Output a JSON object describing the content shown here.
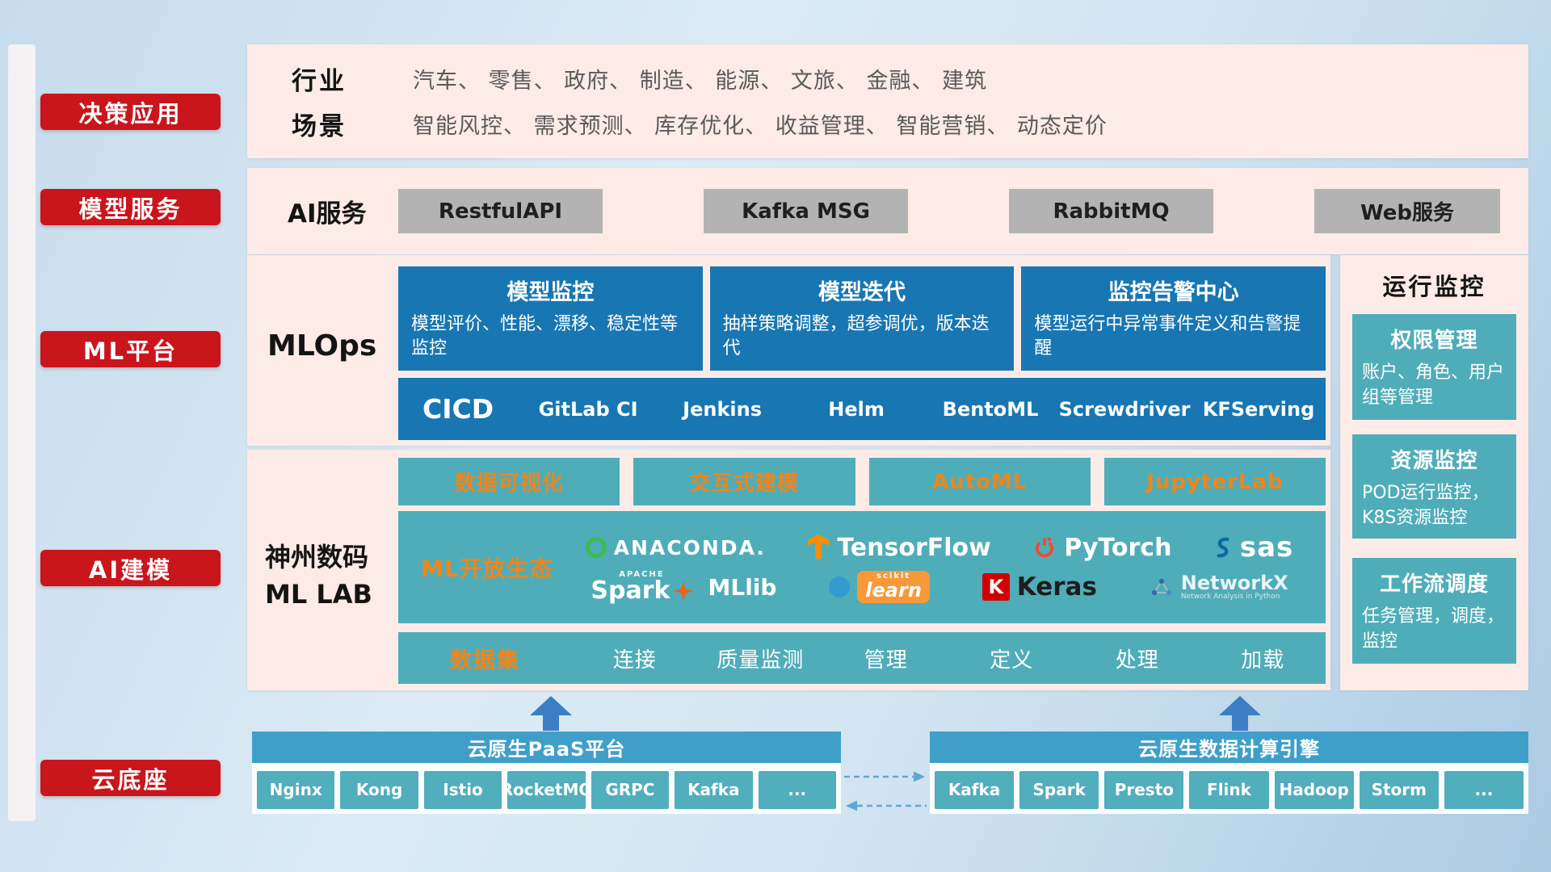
{
  "colors": {
    "accent_red": "#c9151c",
    "panel_pink": "#fcebe7",
    "deep_blue": "#1876b2",
    "teal": "#4fadb9",
    "orange": "#f08519",
    "bar_blue": "#3f9fc9",
    "button_gray": "#b3b3b3"
  },
  "sidebar": {
    "items": [
      {
        "label": "决策应用"
      },
      {
        "label": "模型服务"
      },
      {
        "label": "ML平台"
      },
      {
        "label": "AI建模"
      },
      {
        "label": "云底座"
      }
    ]
  },
  "industry": {
    "rows": [
      {
        "label": "行业",
        "text": "汽车、 零售、 政府、 制造、 能源、 文旅、 金融、 建筑"
      },
      {
        "label": "场景",
        "text": "智能风控、 需求预测、 库存优化、 收益管理、 智能营销、 动态定价"
      }
    ]
  },
  "ai_service": {
    "label": "AI服务",
    "buttons": [
      {
        "label": "RestfulAPI"
      },
      {
        "label": "Kafka MSG"
      },
      {
        "label": "RabbitMQ"
      },
      {
        "label": "Web服务"
      }
    ]
  },
  "mlops": {
    "label": "MLOps",
    "cards": [
      {
        "title": "模型监控",
        "desc": "模型评价、性能、漂移、稳定性等监控"
      },
      {
        "title": "模型迭代",
        "desc": "抽样策略调整，超参调优，版本迭代"
      },
      {
        "title": "监控告警中心",
        "desc": "模型运行中异常事件定义和告警提醒"
      }
    ],
    "cicd": {
      "label": "CICD",
      "items": [
        {
          "label": "GitLab CI"
        },
        {
          "label": "Jenkins"
        },
        {
          "label": "Helm"
        },
        {
          "label": "BentoML"
        },
        {
          "label": "Screwdriver"
        },
        {
          "label": "KFServing"
        }
      ]
    }
  },
  "mllab": {
    "label_line1": "神州数码",
    "label_line2": "ML LAB",
    "tools": [
      {
        "label": "数据可视化"
      },
      {
        "label": "交互式建模"
      },
      {
        "label": "AutoML"
      },
      {
        "label": "JupyterLab"
      }
    ],
    "ecosystem": {
      "label": "ML开放生态",
      "logos": [
        {
          "name": "Anaconda",
          "text": "ANACONDA."
        },
        {
          "name": "TensorFlow",
          "text": "TensorFlow"
        },
        {
          "name": "PyTorch",
          "text": "PyTorch"
        },
        {
          "name": "SAS",
          "text": "sas"
        },
        {
          "name": "Apache Spark MLlib",
          "super": "APACHE",
          "text": "Spark",
          "suffix": "MLlib"
        },
        {
          "name": "scikit-learn",
          "super": "scikit",
          "text": "learn"
        },
        {
          "name": "Keras",
          "letter": "K",
          "text": "Keras"
        },
        {
          "name": "NetworkX",
          "text": "NetworkX",
          "sub": "Network Analysis in Python"
        }
      ]
    },
    "dataset_row": {
      "label": "数据集",
      "items": [
        {
          "label": "连接"
        },
        {
          "label": "质量监测"
        },
        {
          "label": "管理"
        },
        {
          "label": "定义"
        },
        {
          "label": "处理"
        },
        {
          "label": "加载"
        }
      ]
    }
  },
  "monitoring": {
    "title": "运行监控",
    "cards": [
      {
        "title": "权限管理",
        "desc": "账户、角色、用户组等管理"
      },
      {
        "title": "资源监控",
        "desc": "POD运行监控，K8S资源监控"
      },
      {
        "title": "工作流调度",
        "desc": "任务管理，调度，监控"
      }
    ]
  },
  "foundation": {
    "paas": {
      "title": "云原生PaaS平台",
      "buttons": [
        {
          "label": "Nginx"
        },
        {
          "label": "Kong"
        },
        {
          "label": "Istio"
        },
        {
          "label": "RocketMQ"
        },
        {
          "label": "GRPC"
        },
        {
          "label": "Kafka"
        },
        {
          "label": "..."
        }
      ]
    },
    "engine": {
      "title": "云原生数据计算引擎",
      "buttons": [
        {
          "label": "Kafka"
        },
        {
          "label": "Spark"
        },
        {
          "label": "Presto"
        },
        {
          "label": "Flink"
        },
        {
          "label": "Hadoop"
        },
        {
          "label": "Storm"
        },
        {
          "label": "..."
        }
      ]
    }
  }
}
